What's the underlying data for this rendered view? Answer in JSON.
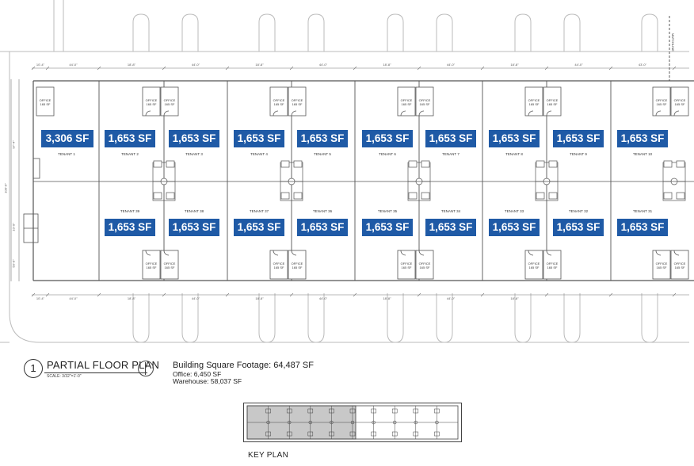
{
  "plan": {
    "tenant_areas_top": [
      "3,306 SF",
      "1,653 SF",
      "1,653 SF",
      "1,653 SF",
      "1,653 SF",
      "1,653 SF",
      "1,653 SF",
      "1,653 SF",
      "1,653 SF",
      "1,653 SF"
    ],
    "tenant_areas_bottom": [
      "1,653 SF",
      "1,653 SF",
      "1,653 SF",
      "1,653 SF",
      "1,653 SF",
      "1,653 SF",
      "1,653 SF",
      "1,653 SF",
      "1,653 SF"
    ],
    "tenant_labels_top": [
      "TENANT 1",
      "TENANT 2",
      "TENANT 3",
      "TENANT 4",
      "TENANT 5",
      "TENANT 6",
      "TENANT 7",
      "TENANT 8",
      "TENANT 9",
      "TENANT 10"
    ],
    "tenant_labels_bottom": [
      "TENANT 39",
      "TENANT 38",
      "TENANT 37",
      "TENANT 36",
      "TENANT 35",
      "TENANT 34",
      "TENANT 33",
      "TENANT 32",
      "TENANT 31"
    ],
    "office_label": "OFFICE",
    "office_area": "165 SF",
    "dims_top": [
      "10'-4\"",
      "44'-0\"",
      "18'-8\"",
      "44'-0\"",
      "18'-8\"",
      "44'-0\"",
      "18'-8\"",
      "44'-0\"",
      "18'-8\"",
      "44'-0\"",
      "43'-0\""
    ],
    "dims_bottom": [
      "10'-4\"",
      "44'-0\"",
      "18'-8\"",
      "44'-0\"",
      "18'-8\"",
      "44'-0\"",
      "18'-8\"",
      "44'-0\"",
      "18'-8\""
    ],
    "dims_side": [
      "97'-4\"",
      "100'-0\"",
      "10'-0\"",
      "50'-0\""
    ],
    "matchline": "MATCHLINE"
  },
  "title_block": {
    "number": "1",
    "title": "PARTIAL FLOOR PLAN",
    "scale": "SCALE: 3/32\"=1'-0\""
  },
  "building": {
    "total": "Building Square Footage: 64,487 SF",
    "office": "Office: 6,450 SF",
    "warehouse": "Warehouse: 58,037 SF"
  },
  "key_plan": {
    "label": "KEY PLAN"
  },
  "colors": {
    "badge": "#1f5aa6",
    "line": "#555555",
    "light_line": "#bbbbbb",
    "key_plan_fill": "#c8c8c8"
  }
}
